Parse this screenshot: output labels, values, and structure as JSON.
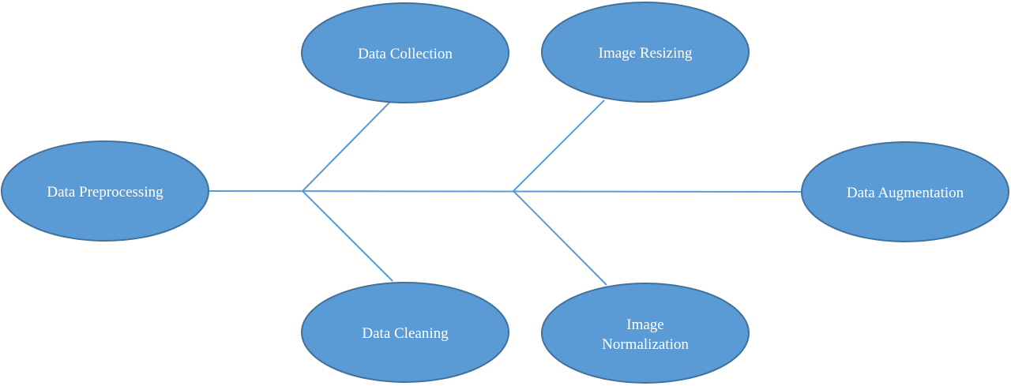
{
  "colors": {
    "node_fill": "#5b9bd5",
    "node_stroke": "#41719c",
    "connector": "#5b9bd5",
    "label": "#ffffff"
  },
  "nodes": {
    "data_preprocessing": {
      "label": "Data Preprocessing"
    },
    "data_collection": {
      "label": "Data Collection"
    },
    "data_cleaning": {
      "label": "Data Cleaning"
    },
    "image_resizing": {
      "label": "Image Resizing"
    },
    "image_normalization": {
      "label_line1": "Image",
      "label_line2": "Normalization"
    },
    "data_augmentation": {
      "label": "Data Augmentation"
    }
  }
}
